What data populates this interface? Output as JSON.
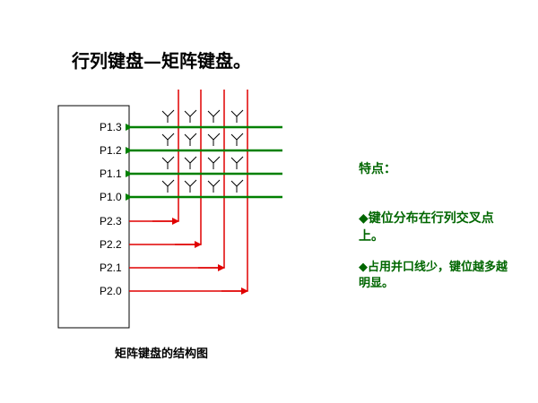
{
  "title": "行列键盘—矩阵键盘。",
  "row_pins": [
    "P1.3",
    "P1.2",
    "P1.1",
    "P1.0"
  ],
  "col_pins": [
    "P2.3",
    "P2.2",
    "P2.1",
    "P2.0"
  ],
  "caption": "矩阵键盘的结构图",
  "features": {
    "title": "特点：",
    "items": [
      {
        "bullet": "◆",
        "text": "键位分布在行列交叉点上。"
      },
      {
        "bullet": "◆",
        "text": "占用并口线少，键位越多越明显。"
      }
    ]
  },
  "colors": {
    "row_line": "#008000",
    "col_line": "#e00000",
    "key": "#000000",
    "text_feature": "#006600"
  }
}
